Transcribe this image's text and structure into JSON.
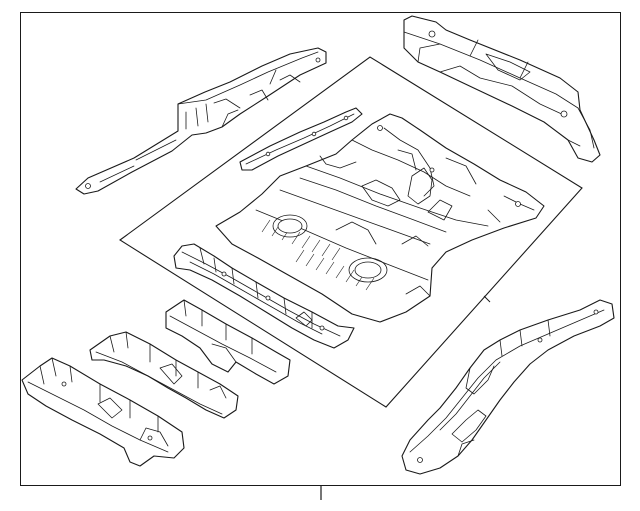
{
  "diagram": {
    "line_color": "#1a1a1a",
    "background": "#ffffff",
    "parts": [
      "rear-rail-left",
      "rear-rail-right-top",
      "floor-pan",
      "floor-brace-small",
      "crossmember-front",
      "crossmember-middle",
      "floor-rail-middle",
      "floor-rail-left",
      "rear-rail-right-bottom"
    ]
  }
}
